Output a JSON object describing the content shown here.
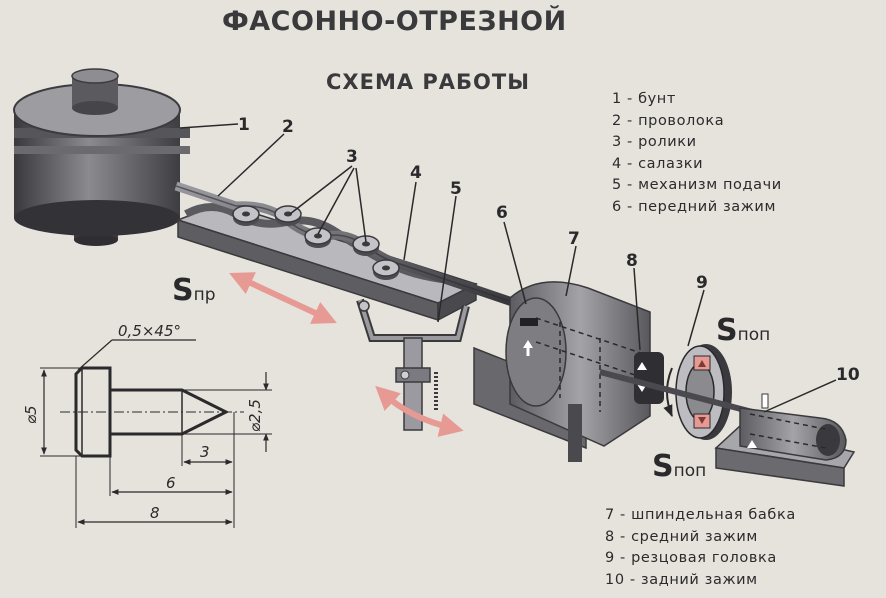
{
  "header": {
    "title": "ФАСОННО-ОТРЕЗНОЙ",
    "subtitle": "СХЕМА РАБОТЫ"
  },
  "legend_top": [
    "1 - бунт",
    "2 - проволока",
    "3 - ролики",
    "4 - салазки",
    "5 - механизм подачи",
    "6 - передний зажим"
  ],
  "legend_bottom": [
    "7 - шпиндельная бабка",
    "8 - средний зажим",
    "9 - резцовая головка",
    "10 - задний зажим"
  ],
  "callouts": [
    "1",
    "2",
    "3",
    "4",
    "5",
    "6",
    "7",
    "8",
    "9",
    "10"
  ],
  "feeds": {
    "longitudinal": {
      "symbol": "S",
      "sub": "пр"
    },
    "cross_top": {
      "symbol": "S",
      "sub": "поп"
    },
    "cross_bottom": {
      "symbol": "S",
      "sub": "поп"
    }
  },
  "dimensions": {
    "chamfer": "0,5×45°",
    "head_diameter": "⌀5",
    "tip_diameter": "⌀2,5",
    "tip_length": "3",
    "shank_length": "6",
    "total_length": "8"
  },
  "colors": {
    "background": "#e6e3dc",
    "machine_dark": "#4a4a4e",
    "machine_mid": "#7b7b80",
    "machine_light": "#a9a9ae",
    "arrow": "#e69a93"
  }
}
